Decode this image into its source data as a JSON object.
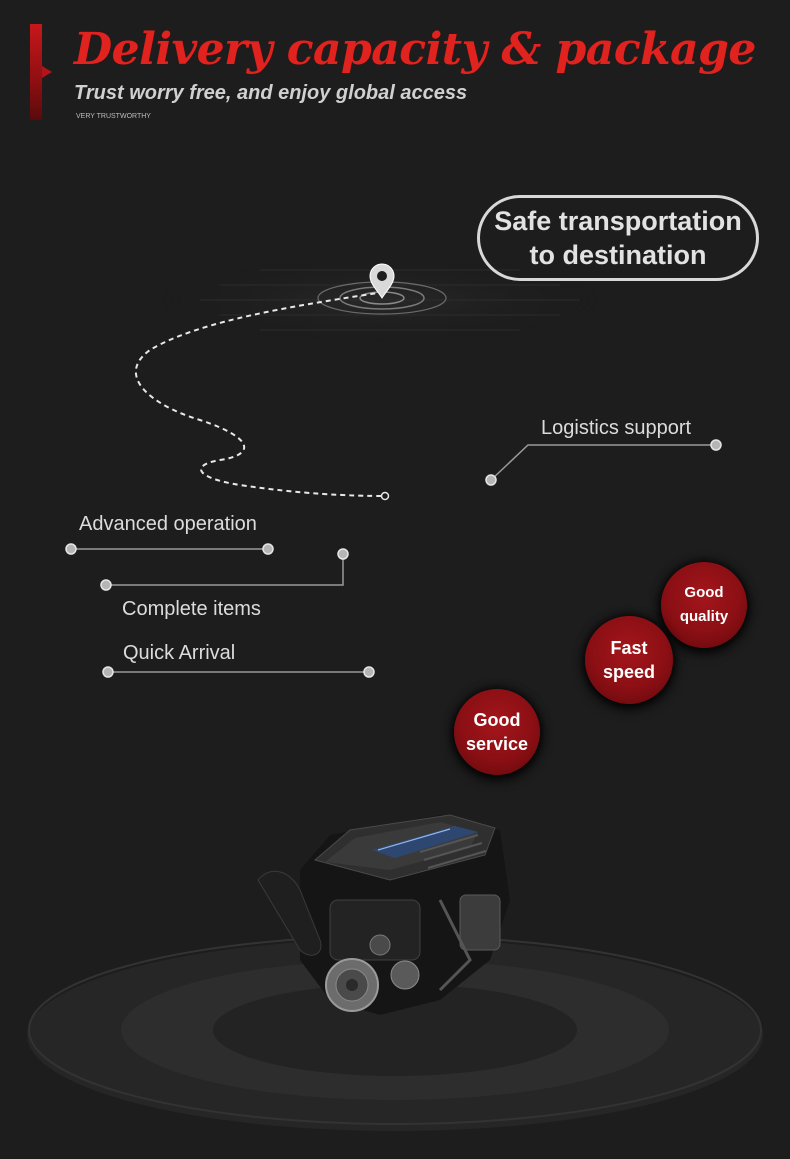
{
  "header": {
    "title": "Delivery capacity & package",
    "subtitle": "Trust worry free, and enjoy global access",
    "tagline": "VERY TRUSTWORTHY"
  },
  "callout": {
    "line1": "Safe transportation",
    "line2": "to destination"
  },
  "features": {
    "logistics": "Logistics support",
    "advanced": "Advanced operation",
    "complete": "Complete items",
    "quick": "Quick Arrival"
  },
  "badges": {
    "quality": {
      "line1": "Good",
      "line2": "quality"
    },
    "speed": {
      "line1": "Fast",
      "line2": "speed"
    },
    "service": {
      "line1": "Good",
      "line2": "service"
    }
  },
  "colors": {
    "background": "#1d1d1d",
    "accent_red": "#e1231f",
    "badge_red": "#8a0f14",
    "line_gray": "#9a9a9a"
  },
  "icons": [
    "location-pin-icon",
    "engine-image"
  ]
}
